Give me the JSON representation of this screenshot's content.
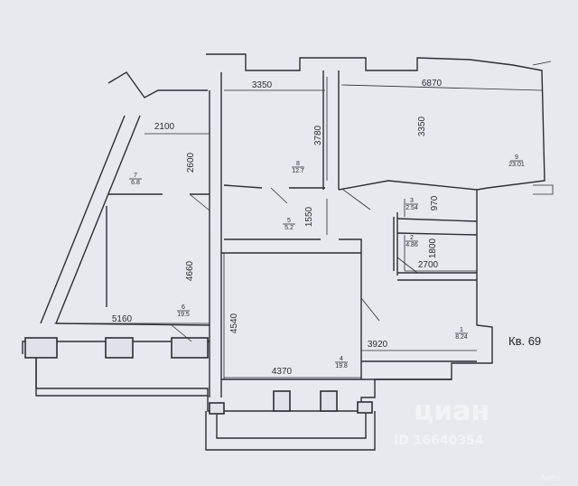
{
  "apartment_label": "Кв. 69",
  "dimensions": [
    "3350",
    "6870",
    "3780",
    "3350",
    "2100",
    "2600",
    "1550",
    "970",
    "1800",
    "2700",
    "4660",
    "5160",
    "4540",
    "3920",
    "4370"
  ],
  "rooms": [
    {
      "number": "7",
      "area": "6.8"
    },
    {
      "number": "8",
      "area": "12.7"
    },
    {
      "number": "9",
      "area": "23.01"
    },
    {
      "number": "5",
      "area": "5.2"
    },
    {
      "number": "3",
      "area": "2.54"
    },
    {
      "number": "2",
      "area": "4.86"
    },
    {
      "number": "6",
      "area": "19.5"
    },
    {
      "number": "4",
      "area": "19.8"
    },
    {
      "number": "1",
      "area": "8.24"
    }
  ],
  "watermark": {
    "brand": "циан",
    "id": "ID 16640354",
    "source": "Avito"
  },
  "colors": {
    "paper": "#e6e9ee",
    "ink": "#2b2f36",
    "watermark": "#f4f6f8"
  }
}
